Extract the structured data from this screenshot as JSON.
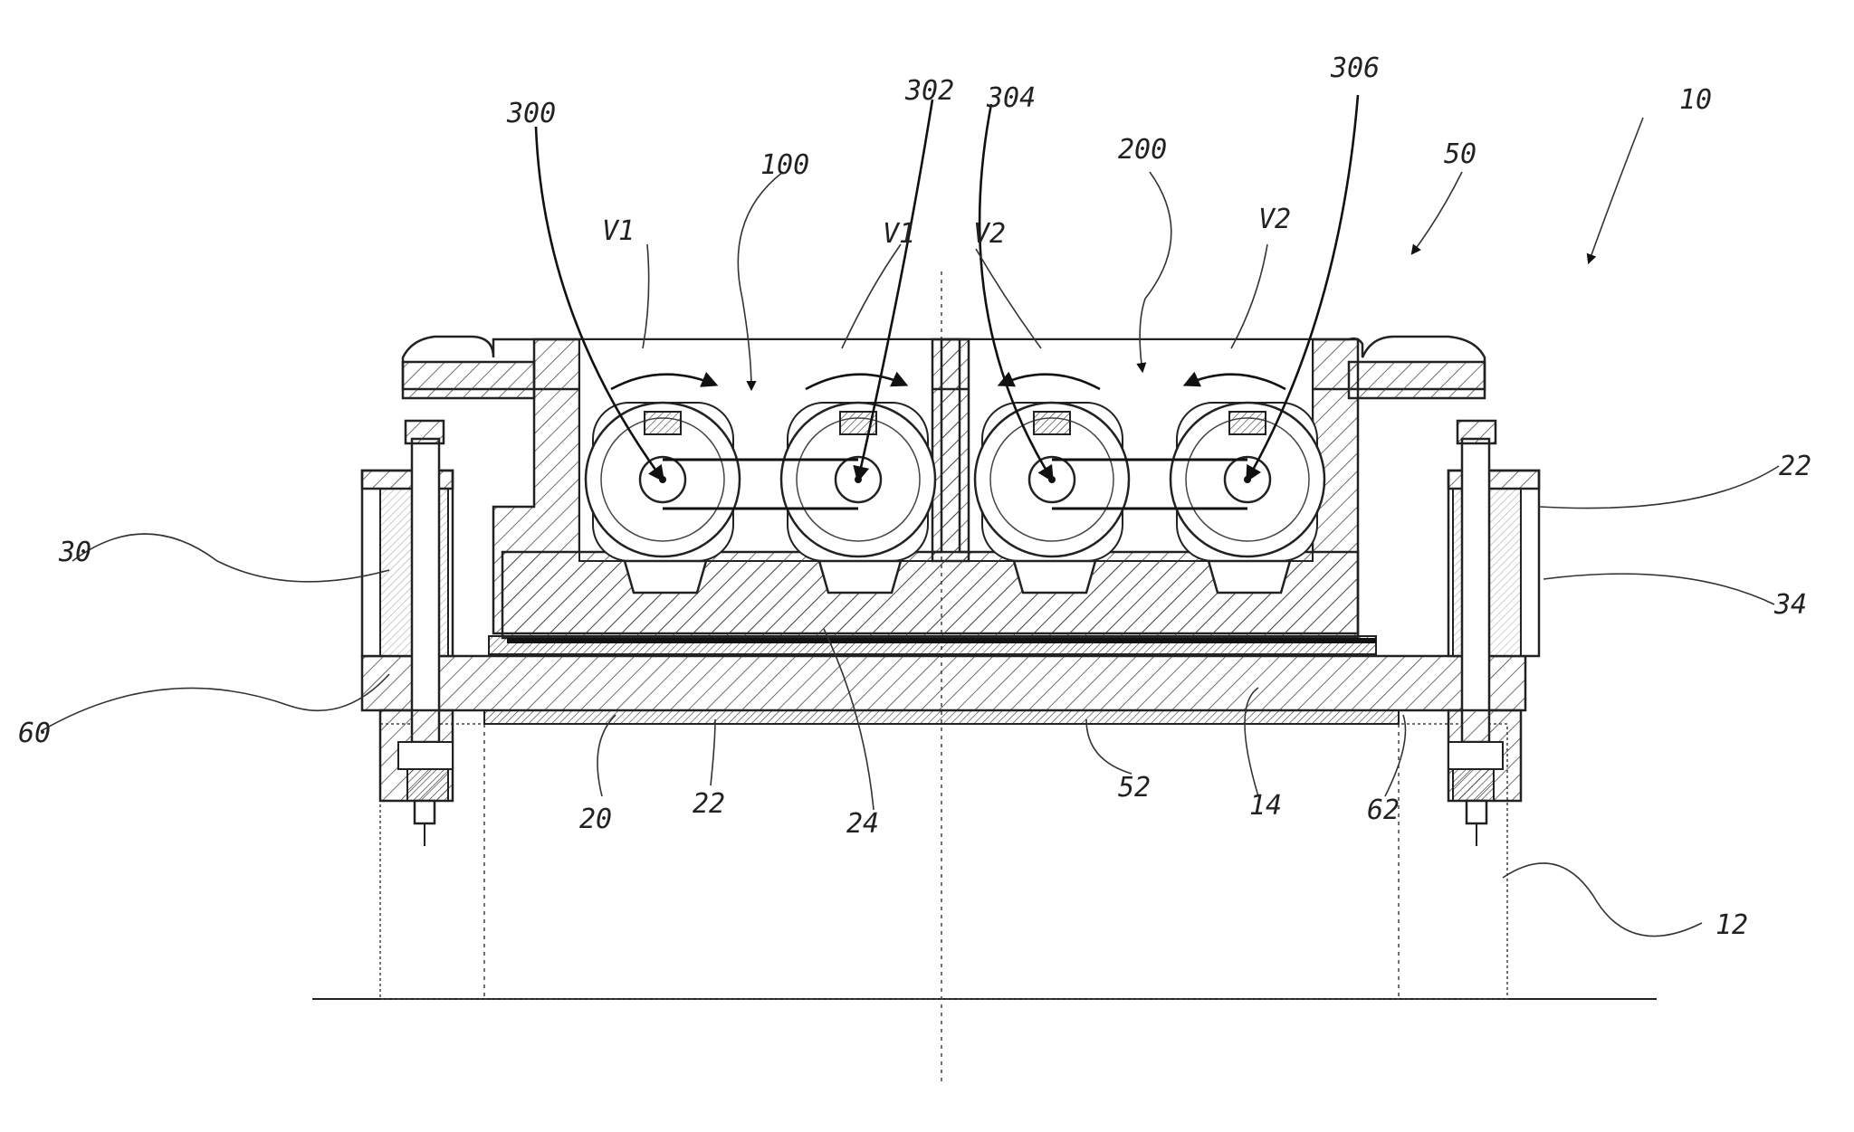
{
  "figure": {
    "labels": {
      "ref_10": "10",
      "ref_12": "12",
      "ref_14": "14",
      "ref_20": "20",
      "ref_22_left": "22",
      "ref_22_right": "22",
      "ref_24": "24",
      "ref_30": "30",
      "ref_34": "34",
      "ref_50": "50",
      "ref_52": "52",
      "ref_60": "60",
      "ref_62": "62",
      "ref_100": "100",
      "ref_200": "200",
      "ref_300": "300",
      "ref_302": "302",
      "ref_304": "304",
      "ref_306": "306",
      "rot_v1_a": "V1",
      "rot_v1_b": "V1",
      "rot_v2_a": "V2",
      "rot_v2_b": "V2"
    }
  }
}
